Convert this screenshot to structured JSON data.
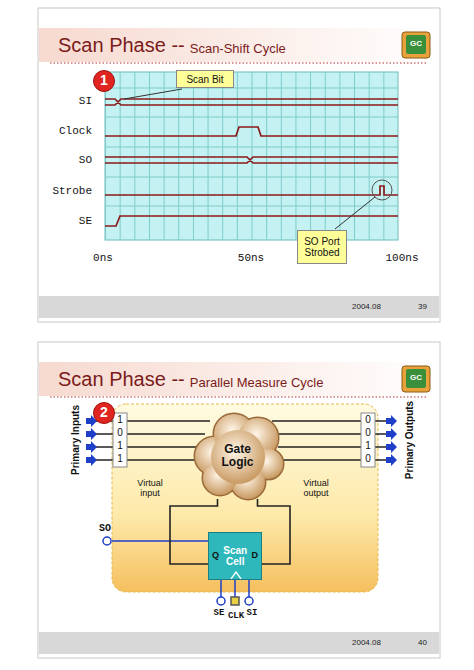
{
  "diagram": {
    "nodes": [
      {
        "text": [
          "1"
        ]
      },
      {
        "text": [
          "Scan Bit"
        ]
      },
      {
        "text": [
          "SO Port Strobed"
        ]
      },
      {
        "text": [
          "2"
        ]
      },
      {
        "text": [
          "Gate Logic"
        ]
      },
      {
        "text": [
          "Q",
          "Scan Cell",
          "D"
        ]
      }
    ],
    "edges": [
      {
        "from": 4,
        "to": 5,
        "arrow": "none"
      },
      {
        "from": 5,
        "to": 4,
        "arrow": "none"
      }
    ],
    "labels": [
      "Scan Phase --",
      "Scan-Shift Cycle",
      "GC",
      "SI",
      "Clock",
      "SO",
      "Strobe",
      "SE",
      "0ns",
      "50ns",
      "100ns",
      "2004.08",
      "39",
      "Scan Phase --",
      "Parallel Measure Cycle",
      "GC",
      "Primary Inputs",
      "1",
      "0",
      "1",
      "1",
      "Virtual input",
      "Virtual output",
      "Primary Outputs",
      "0",
      "0",
      "1",
      "0",
      "SO",
      "SE",
      "CLK",
      "SI",
      "2004.08",
      "40"
    ]
  }
}
